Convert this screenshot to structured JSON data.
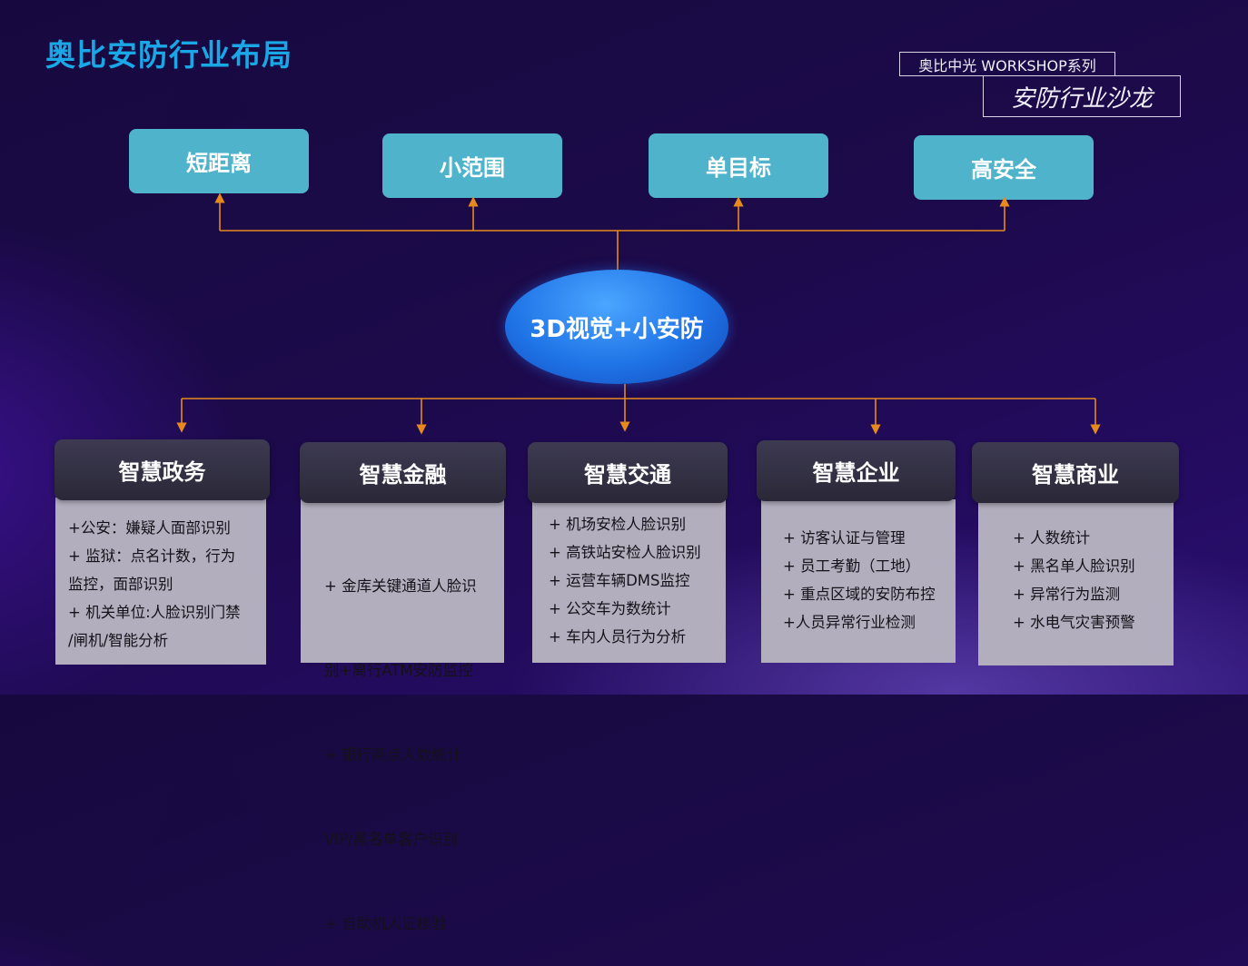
{
  "title": "奥比安防行业布局",
  "stamp": {
    "series": "奥比中光 WORKSHOP系列",
    "salon": "安防行业沙龙"
  },
  "features": [
    "短距离",
    "小范围",
    "单目标",
    "高安全"
  ],
  "hub": "3D视觉+小安防",
  "industries": [
    {
      "name": "智慧政务",
      "items": [
        "+公安：嫌疑人面部识别",
        "+ 监狱：点名计数，行为",
        " 监控，面部识别",
        "+ 机关单位:人脸识别门禁",
        "/闸机/智能分析"
      ]
    },
    {
      "name": "智慧金融",
      "items": [
        " + 金库关键通道人脸识",
        "别+离行ATM安防监控",
        " + 银行网点人数统计",
        "VIP/黑名单客户识别",
        " + 自助机人证核验"
      ]
    },
    {
      "name": "智慧交通",
      "items": [
        "+ 机场安检人脸识别",
        "+ 高铁站安检人脸识别",
        "+ 运营车辆DMS监控",
        "+ 公交车为数统计",
        "+ 车内人员行为分析"
      ]
    },
    {
      "name": "智慧企业",
      "items": [
        "+ 访客认证与管理",
        "+ 员工考勤（工地）",
        "+ 重点区域的安防布控",
        "+人员异常行业检测"
      ]
    },
    {
      "name": "智慧商业",
      "items": [
        "+ 人数统计",
        "+ 黑名单人脸识别",
        "+ 异常行为监测",
        "+ 水电气灾害预警"
      ]
    }
  ],
  "colors": {
    "title": "#1aa7e6",
    "feature_box": "#4eb3cb",
    "connector": "#e68a1e",
    "hub": "#1f73e6",
    "panel": "#b2aebe"
  }
}
